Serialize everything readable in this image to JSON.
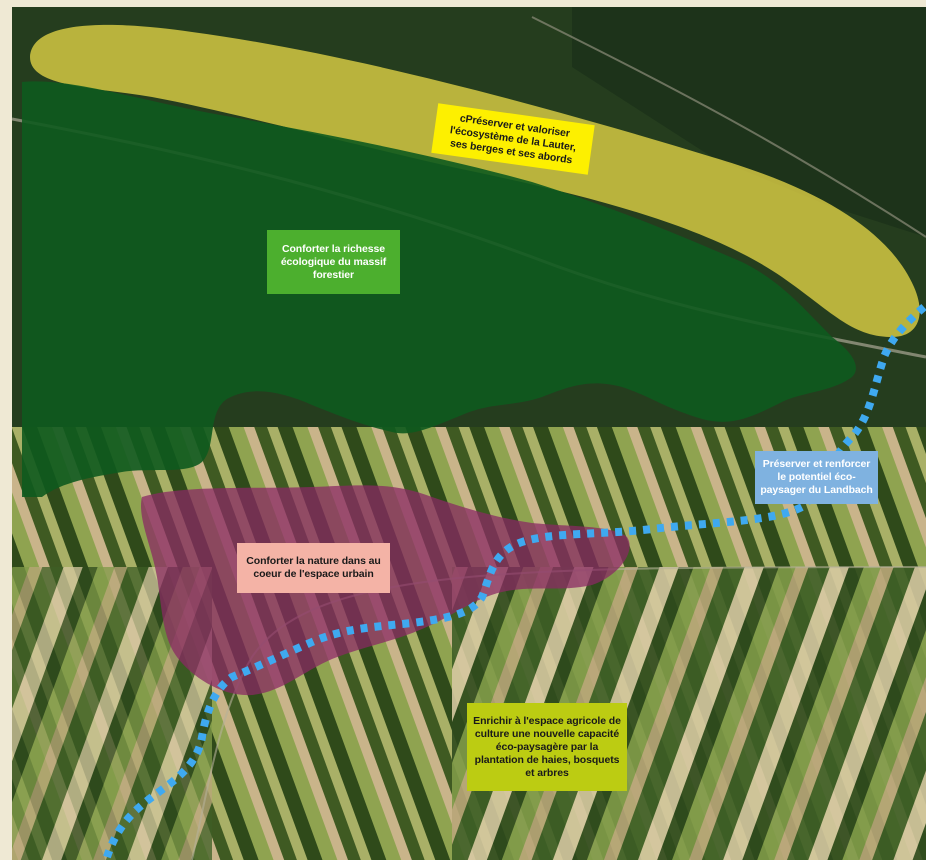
{
  "title": "",
  "colors": {
    "lauter_zone": "#f2e04a",
    "forest_zone": "#0e5a1e",
    "urban_zone": "#8a2a63",
    "landbach_path": "#3fa9f0",
    "lauter_label_bg": "#fdf000",
    "forest_label_bg": "#4caf2e",
    "urban_label_bg": "#f4b3a6",
    "landbach_label_bg": "#7fb2e0",
    "agri_label_bg": "#bccc12",
    "page_background": "#efe9d4"
  },
  "labels": {
    "lauter": [
      "cPréserver et valoriser",
      "l'écosystème de la Lauter,",
      "ses berges et ses abords"
    ],
    "forest": [
      "Conforter la richesse",
      "écologique du massif",
      "forestier"
    ],
    "urban": [
      "Conforter la nature dans au",
      "coeur de l'espace urbain"
    ],
    "landbach": [
      "Préserver et renforcer",
      "le potentiel éco-",
      "paysager du Landbach"
    ],
    "agri": [
      "Enrichir à l'espace agricole de",
      "culture une nouvelle capacité",
      "éco-paysagère par la",
      "plantation de haies, bosquets",
      "et arbres"
    ]
  },
  "icons": {
    "basemap": "aerial-imagery",
    "river_path": "dotted-river-line"
  }
}
